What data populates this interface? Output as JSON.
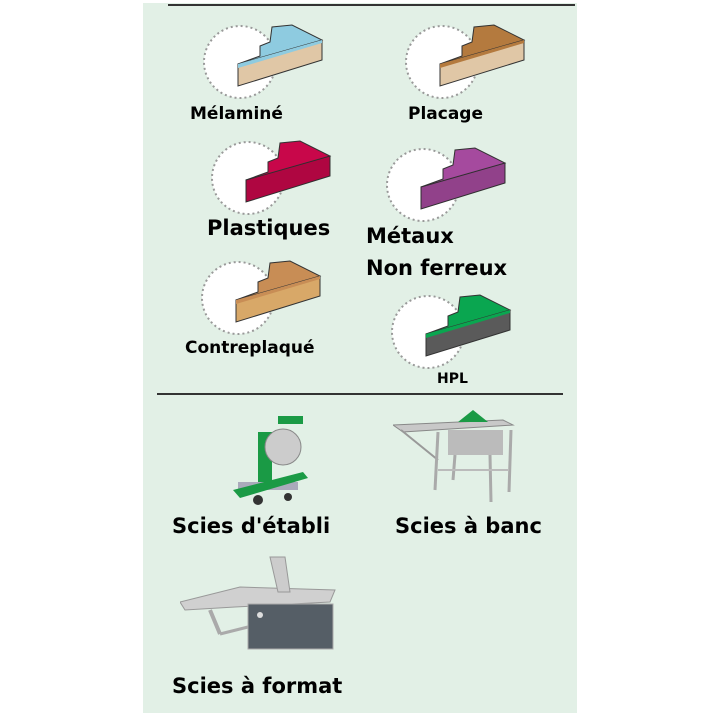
{
  "materials": [
    {
      "label": "Mélaminé",
      "top_color": "#8ecbe0",
      "core": "chipboard"
    },
    {
      "label": "Placage",
      "top_color": "#b47a3e",
      "core": "chipboard"
    },
    {
      "label": "Plastiques",
      "top_color": "#c8074a",
      "core": "solid"
    },
    {
      "label": "Métaux",
      "label2": "Non ferreux",
      "top_color": "#a54a9e",
      "core": "solid"
    },
    {
      "label": "Contreplaqué",
      "top_color": "#c88d55",
      "core": "wood"
    },
    {
      "label": "HPL",
      "top_color": "#0aa650",
      "core": "dark"
    }
  ],
  "machines": [
    {
      "label": "Scies d'établi",
      "accent": "#1a9a45"
    },
    {
      "label": "Scies à banc",
      "accent": "#1a9a45"
    },
    {
      "label": "Scies à format",
      "accent": "#555e66"
    }
  ]
}
